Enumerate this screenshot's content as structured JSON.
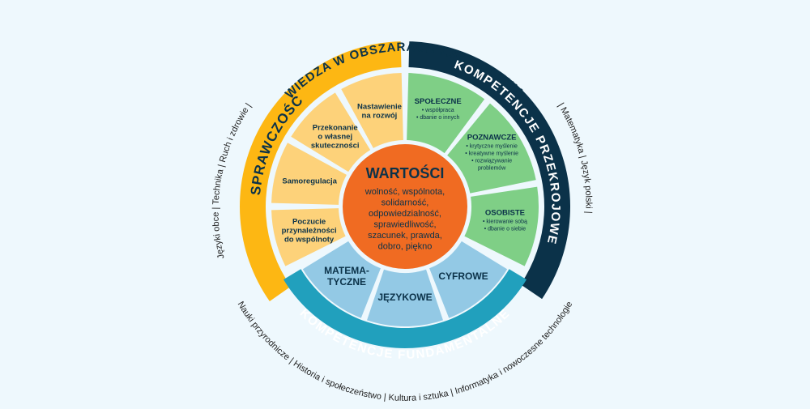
{
  "colors": {
    "background": "#eef8fd",
    "gap": "#eef8fd",
    "sprawczosc_ring": "#fdb713",
    "sprawczosc_segment": "#fdd27a",
    "przekrojowe_ring": "#0b3249",
    "przekrojowe_segment": "#7fcf86",
    "fundamentalne_ring": "#21a0bd",
    "fundamentalne_segment": "#93c9e5",
    "center": "#f06b22",
    "dark_text": "#0b3249",
    "light_text": "#ffffff"
  },
  "outer_title": "WIEDZA W OBSZARACH KSZTAŁCENIA",
  "rings": {
    "sprawczosc": "SPRAWCZOŚĆ",
    "przekrojowe": "KOMPETENCJE PRZEKROJOWE",
    "fundamentalne": "KOMPETENCJE FUNDAMENTALNE"
  },
  "subjects_left": "Języki obce | Technika | Ruch i zdrowie |",
  "subjects_right": "| Matematyka | Język polski |",
  "subjects_bottom": "Nauki przyrodnicze | Historia i społeczeństwo | Kultura i sztuka | Informatyka i nowoczesne technologie",
  "center": {
    "title": "WARTOŚCI",
    "lines": [
      "wolność, wspólnota,",
      "solidarność,",
      "odpowiedzialność,",
      "sprawiedliwość,",
      "szacunek, prawda,",
      "dobro, piękno"
    ]
  },
  "sprawczosc_segments": [
    {
      "lines": [
        "Poczucie",
        "przynależności",
        "do wspólnoty"
      ]
    },
    {
      "lines": [
        "Samoregulacja"
      ]
    },
    {
      "lines": [
        "Przekonanie",
        "o własnej",
        "skuteczności"
      ]
    },
    {
      "lines": [
        "Nastawienie",
        "na rozwój"
      ]
    }
  ],
  "przekrojowe_segments": [
    {
      "title": "SPOŁECZNE",
      "items": [
        "• współpraca",
        "• dbanie o innych"
      ]
    },
    {
      "title": "POZNAWCZE",
      "items": [
        "• krytyczne myślenie",
        "• kreatywne myślenie",
        "• rozwiązywanie",
        "problemów"
      ]
    },
    {
      "title": "OSOBISTE",
      "items": [
        "• kierowanie sobą",
        "• dbanie o siebie"
      ]
    }
  ],
  "fundamentalne_segments": [
    {
      "lines": [
        "MATEMA-",
        "TYCZNE"
      ]
    },
    {
      "lines": [
        "JĘZYKOWE"
      ]
    },
    {
      "lines": [
        "CYFROWE"
      ]
    }
  ]
}
